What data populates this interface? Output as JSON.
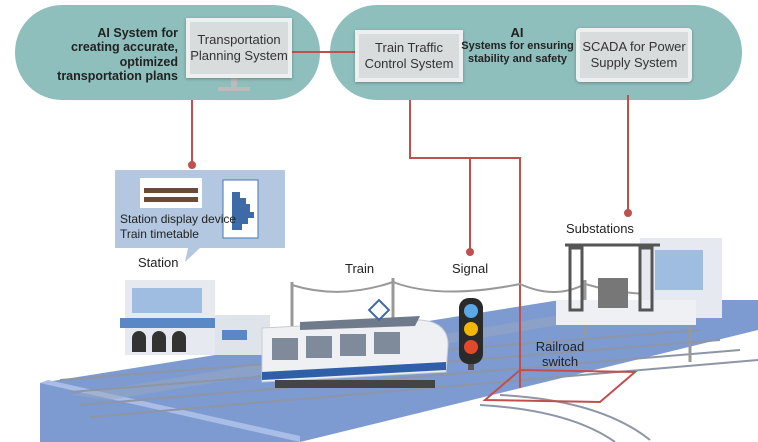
{
  "planning_group": {
    "description": "AI System for creating accurate, optimized transportation plans",
    "system": "Transportation Planning System"
  },
  "operations_group": {
    "heading": "AI",
    "description": "Systems for ensuring stability and safety",
    "systems": [
      "Train Traffic Control System",
      "SCADA for Power Supply System"
    ]
  },
  "callout": {
    "lines": [
      "Station display device",
      "Train timetable"
    ]
  },
  "labels": {
    "station": "Station",
    "train": "Train",
    "signal": "Signal",
    "substations": "Substations",
    "railroad_switch": "Railroad switch"
  },
  "colors": {
    "panel": "#8fbfbd",
    "connector": "#c0504d",
    "ground": "#7d9bd1",
    "callout": "#b3c8e0"
  }
}
